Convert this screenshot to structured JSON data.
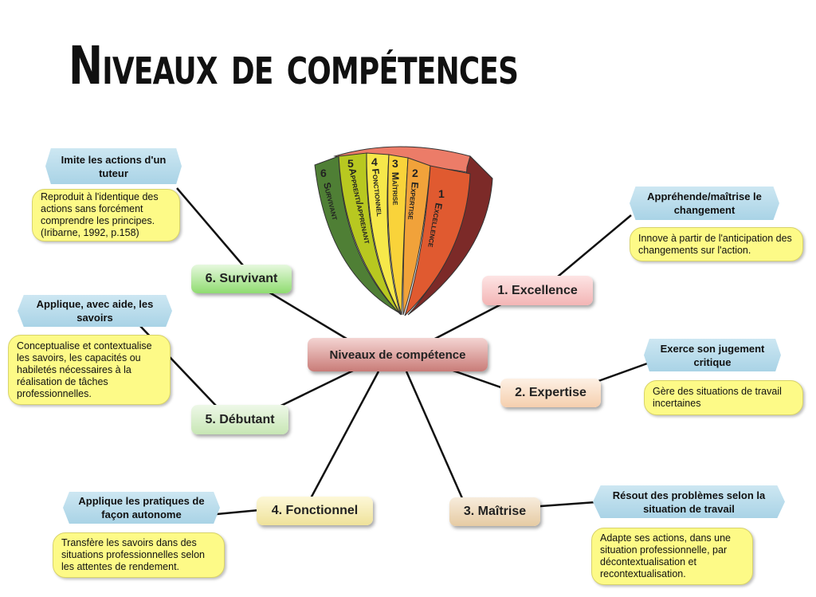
{
  "title": "Niveaux de compétences",
  "fan": {
    "labels": [
      {
        "num": "6",
        "name": "Survivant",
        "color": "#4f7f35"
      },
      {
        "num": "5",
        "name": "Apprenti/apprenant",
        "color": "#b8c820"
      },
      {
        "num": "4",
        "name": "Fonctionnel",
        "color": "#f6e84a"
      },
      {
        "num": "3",
        "name": "Maîtrise",
        "color": "#f9d33a"
      },
      {
        "num": "2",
        "name": "Expertise",
        "color": "#f1a23a"
      },
      {
        "num": "1",
        "name": "Excellence",
        "color": "#e05a30"
      }
    ]
  },
  "center": "Niveaux de compétence",
  "levels": [
    {
      "label": "1. Excellence",
      "skill": "Appréhende/maîtrise le changement",
      "desc": "Innove à partir de l'anticipation des changements sur l'action."
    },
    {
      "label": "2. Expertise",
      "skill": "Exerce son jugement critique",
      "desc": "Gère des situations de travail incertaines"
    },
    {
      "label": "3. Maîtrise",
      "skill": "Résout des problèmes selon la situation de travail",
      "desc": "Adapte ses actions, dans une situation professionnelle, par décontextualisation et recontextualisation."
    },
    {
      "label": "4. Fonctionnel",
      "skill": "Applique les pratiques de façon autonome",
      "desc": "Transfère les savoirs dans des situations professionnelles selon les attentes de rendement."
    },
    {
      "label": "5. Débutant",
      "skill": "Applique, avec aide, les savoirs",
      "desc": "Conceptualise et contextualise les savoirs, les capacités ou habiletés nécessaires à la réalisation de tâches professionnelles."
    },
    {
      "label": "6. Survivant",
      "skill": "Imite les actions d'un tuteur",
      "desc": "Reproduit à l'identique des actions sans forcément comprendre les principes. (Iribarne, 1992, p.158)"
    }
  ]
}
